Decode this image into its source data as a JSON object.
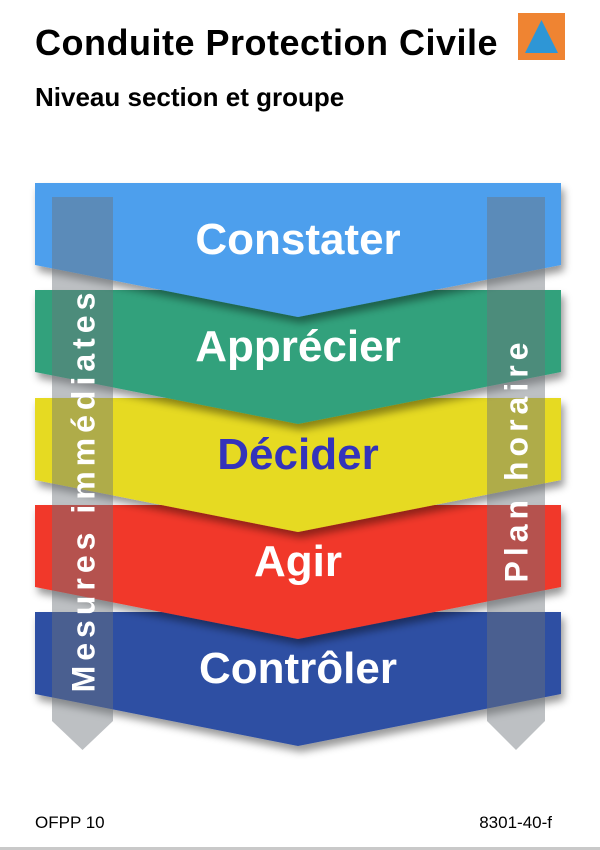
{
  "header": {
    "title": "Conduite Protection Civile",
    "subtitle": "Niveau section et groupe",
    "logo": {
      "icon": "civil-protection-triangle-logo",
      "square_color": "#EF8432",
      "triangle_color": "#2E96D6"
    }
  },
  "process_steps": [
    {
      "label": "Constater",
      "color": "#4E9FED",
      "text_color": "#FFFFFF"
    },
    {
      "label": "Apprécier",
      "color": "#33A17C",
      "text_color": "#FFFFFF"
    },
    {
      "label": "Décider",
      "color": "#E6DA24",
      "text_color": "#3333BB"
    },
    {
      "label": "Agir",
      "color": "#F1392C",
      "text_color": "#FFFFFF"
    },
    {
      "label": "Contrôler",
      "color": "#2F4FA3",
      "text_color": "#FFFFFF"
    }
  ],
  "side_arrows": {
    "left": {
      "label": "Mesures immédiates"
    },
    "right": {
      "label": "Plan horaire"
    },
    "color": "#6C747A",
    "opacity": "0.45",
    "text_color": "#FFFFFF"
  },
  "footer": {
    "left": "OFPP 10",
    "right": "8301-40-f"
  }
}
